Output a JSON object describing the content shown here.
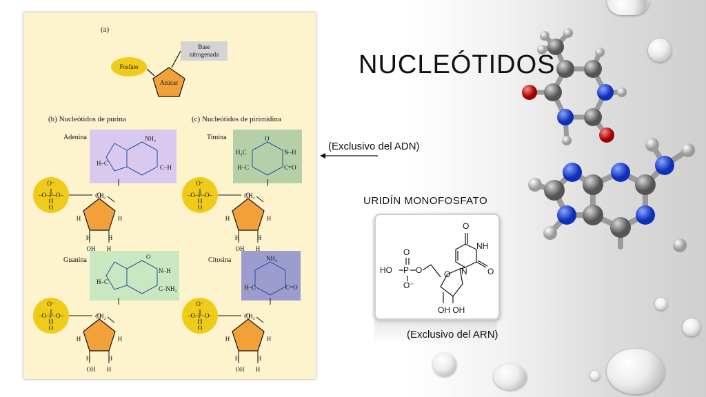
{
  "slide": {
    "title": "NUCLEÓTIDOS",
    "dna_note": "(Exclusivo del ADN)",
    "rna_note": "(Exclusivo del ARN)",
    "ump_title": "URIDÍN MONOFOSFATO"
  },
  "figure": {
    "panel_a": "(a)",
    "fosfato": "Fosfato",
    "base": "Base",
    "nitrogenada": "nitrogenada",
    "azucar": "Azúcar",
    "panel_b": "(b) Nucleótidos de purina",
    "panel_c": "(c) Nucleótidos de pirimidina",
    "adenina": "Adenina",
    "guanina": "Guanina",
    "timina": "Timina",
    "citosina": "Citosina"
  },
  "ump": {
    "o": "O",
    "nh": "NH",
    "n": "N",
    "ho": "HO",
    "p": "P",
    "ominus": "O⁻",
    "ohoh": "OH OH"
  },
  "colors": {
    "panel_bg": "#fdf3cc",
    "phosphate": "#f0cc1a",
    "sugar": "#f2a13a",
    "adenine_box": "#d9c9ee",
    "thymine_box": "#b5cfa8",
    "guanine_box": "#c9e7c0",
    "cytosine_box": "#9d9ccf",
    "atom_nitrogen": "#2a4fd6",
    "atom_oxygen": "#cc1010",
    "atom_carbon": "#7a7a7a"
  }
}
